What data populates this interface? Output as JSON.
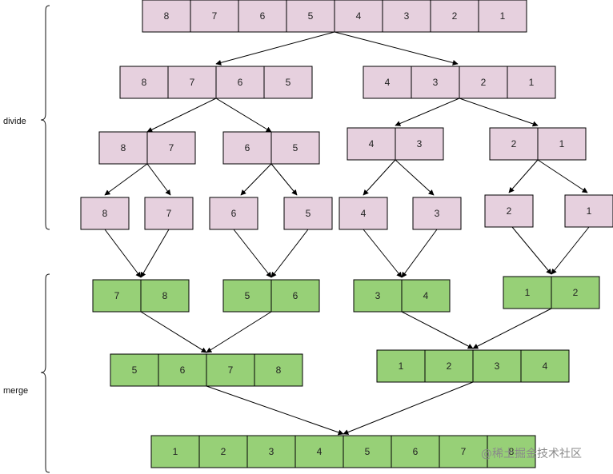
{
  "labels": {
    "divide": "divide",
    "merge": "merge"
  },
  "colors": {
    "divide_fill": "#e6d0de",
    "merge_fill": "#97d077",
    "stroke": "#000000"
  },
  "rows": {
    "r0": [
      "8",
      "7",
      "6",
      "5",
      "4",
      "3",
      "2",
      "1"
    ],
    "r1_left": [
      "8",
      "7",
      "6",
      "5"
    ],
    "r1_right": [
      "4",
      "3",
      "2",
      "1"
    ],
    "r2_a": [
      "8",
      "7"
    ],
    "r2_b": [
      "6",
      "5"
    ],
    "r2_c": [
      "4",
      "3"
    ],
    "r2_d": [
      "2",
      "1"
    ],
    "r3": [
      "8",
      "7",
      "6",
      "5",
      "4",
      "3",
      "2",
      "1"
    ],
    "m1_a": [
      "7",
      "8"
    ],
    "m1_b": [
      "5",
      "6"
    ],
    "m1_c": [
      "3",
      "4"
    ],
    "m1_d": [
      "1",
      "2"
    ],
    "m2_left": [
      "5",
      "6",
      "7",
      "8"
    ],
    "m2_right": [
      "1",
      "2",
      "3",
      "4"
    ],
    "m3": [
      "1",
      "2",
      "3",
      "4",
      "5",
      "6",
      "7",
      "8"
    ]
  },
  "watermark": "@稀土掘金技术社区"
}
